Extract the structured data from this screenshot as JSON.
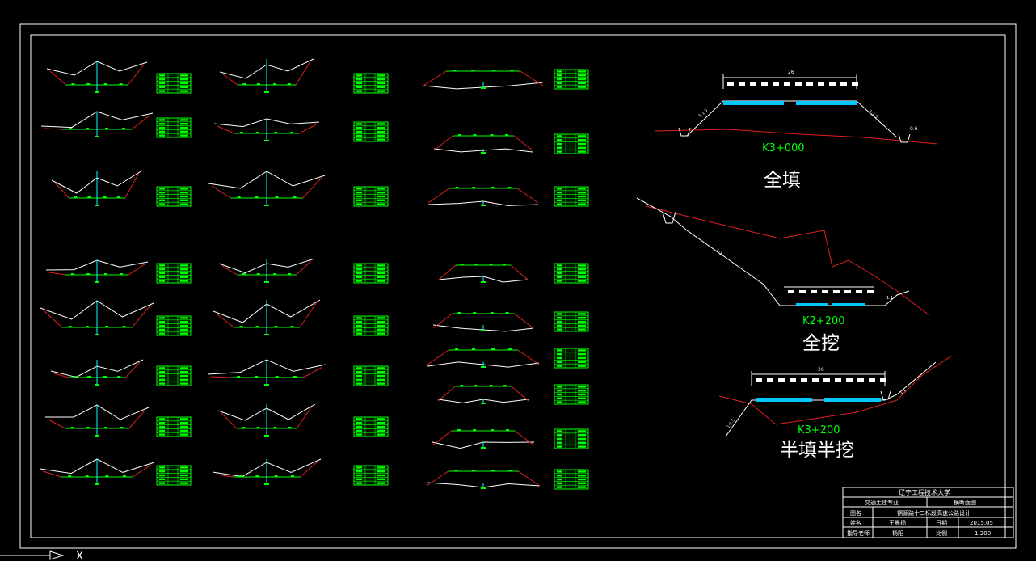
{
  "colors": {
    "background": "#000000",
    "frame": "#ffffff",
    "ground": "#ffffff",
    "slope": "#e02020",
    "subgrade": "#00ff00",
    "centerline": "#00ffff",
    "pavement": "#00c8ff",
    "table": "#00ff00",
    "label_green": "#00ff00"
  },
  "typical_sections": {
    "fill": {
      "station": "K3+000",
      "title": "全填",
      "width_dim": "26",
      "slope_left": "1:1.5",
      "slope_right": "1:1.5",
      "ditch_depth": "0.6"
    },
    "cut": {
      "station": "K2+200",
      "title": "全挖",
      "slope_left": "1:1",
      "slope_right": "1:1"
    },
    "half": {
      "station": "K3+200",
      "title": "半填半挖",
      "width_dim": "26",
      "slope_left": "1:1.5",
      "slope_right": "1:1"
    }
  },
  "title_block": {
    "school": "辽宁工程技术大学",
    "major": "交通土建专业",
    "drawing": "横断面图",
    "row_title_label": "图名",
    "row_title_value": "铜源路十二标段高速公路设计",
    "row_name_label": "姓名",
    "row_name_value": "王晨扬",
    "row_date_label": "日期",
    "row_date_value": "2015.05",
    "row_advisor_label": "指导老师",
    "row_advisor_value": "杨阳",
    "row_scale_label": "比例",
    "row_scale_value": "1:200"
  },
  "axis": {
    "x_label": "X"
  }
}
